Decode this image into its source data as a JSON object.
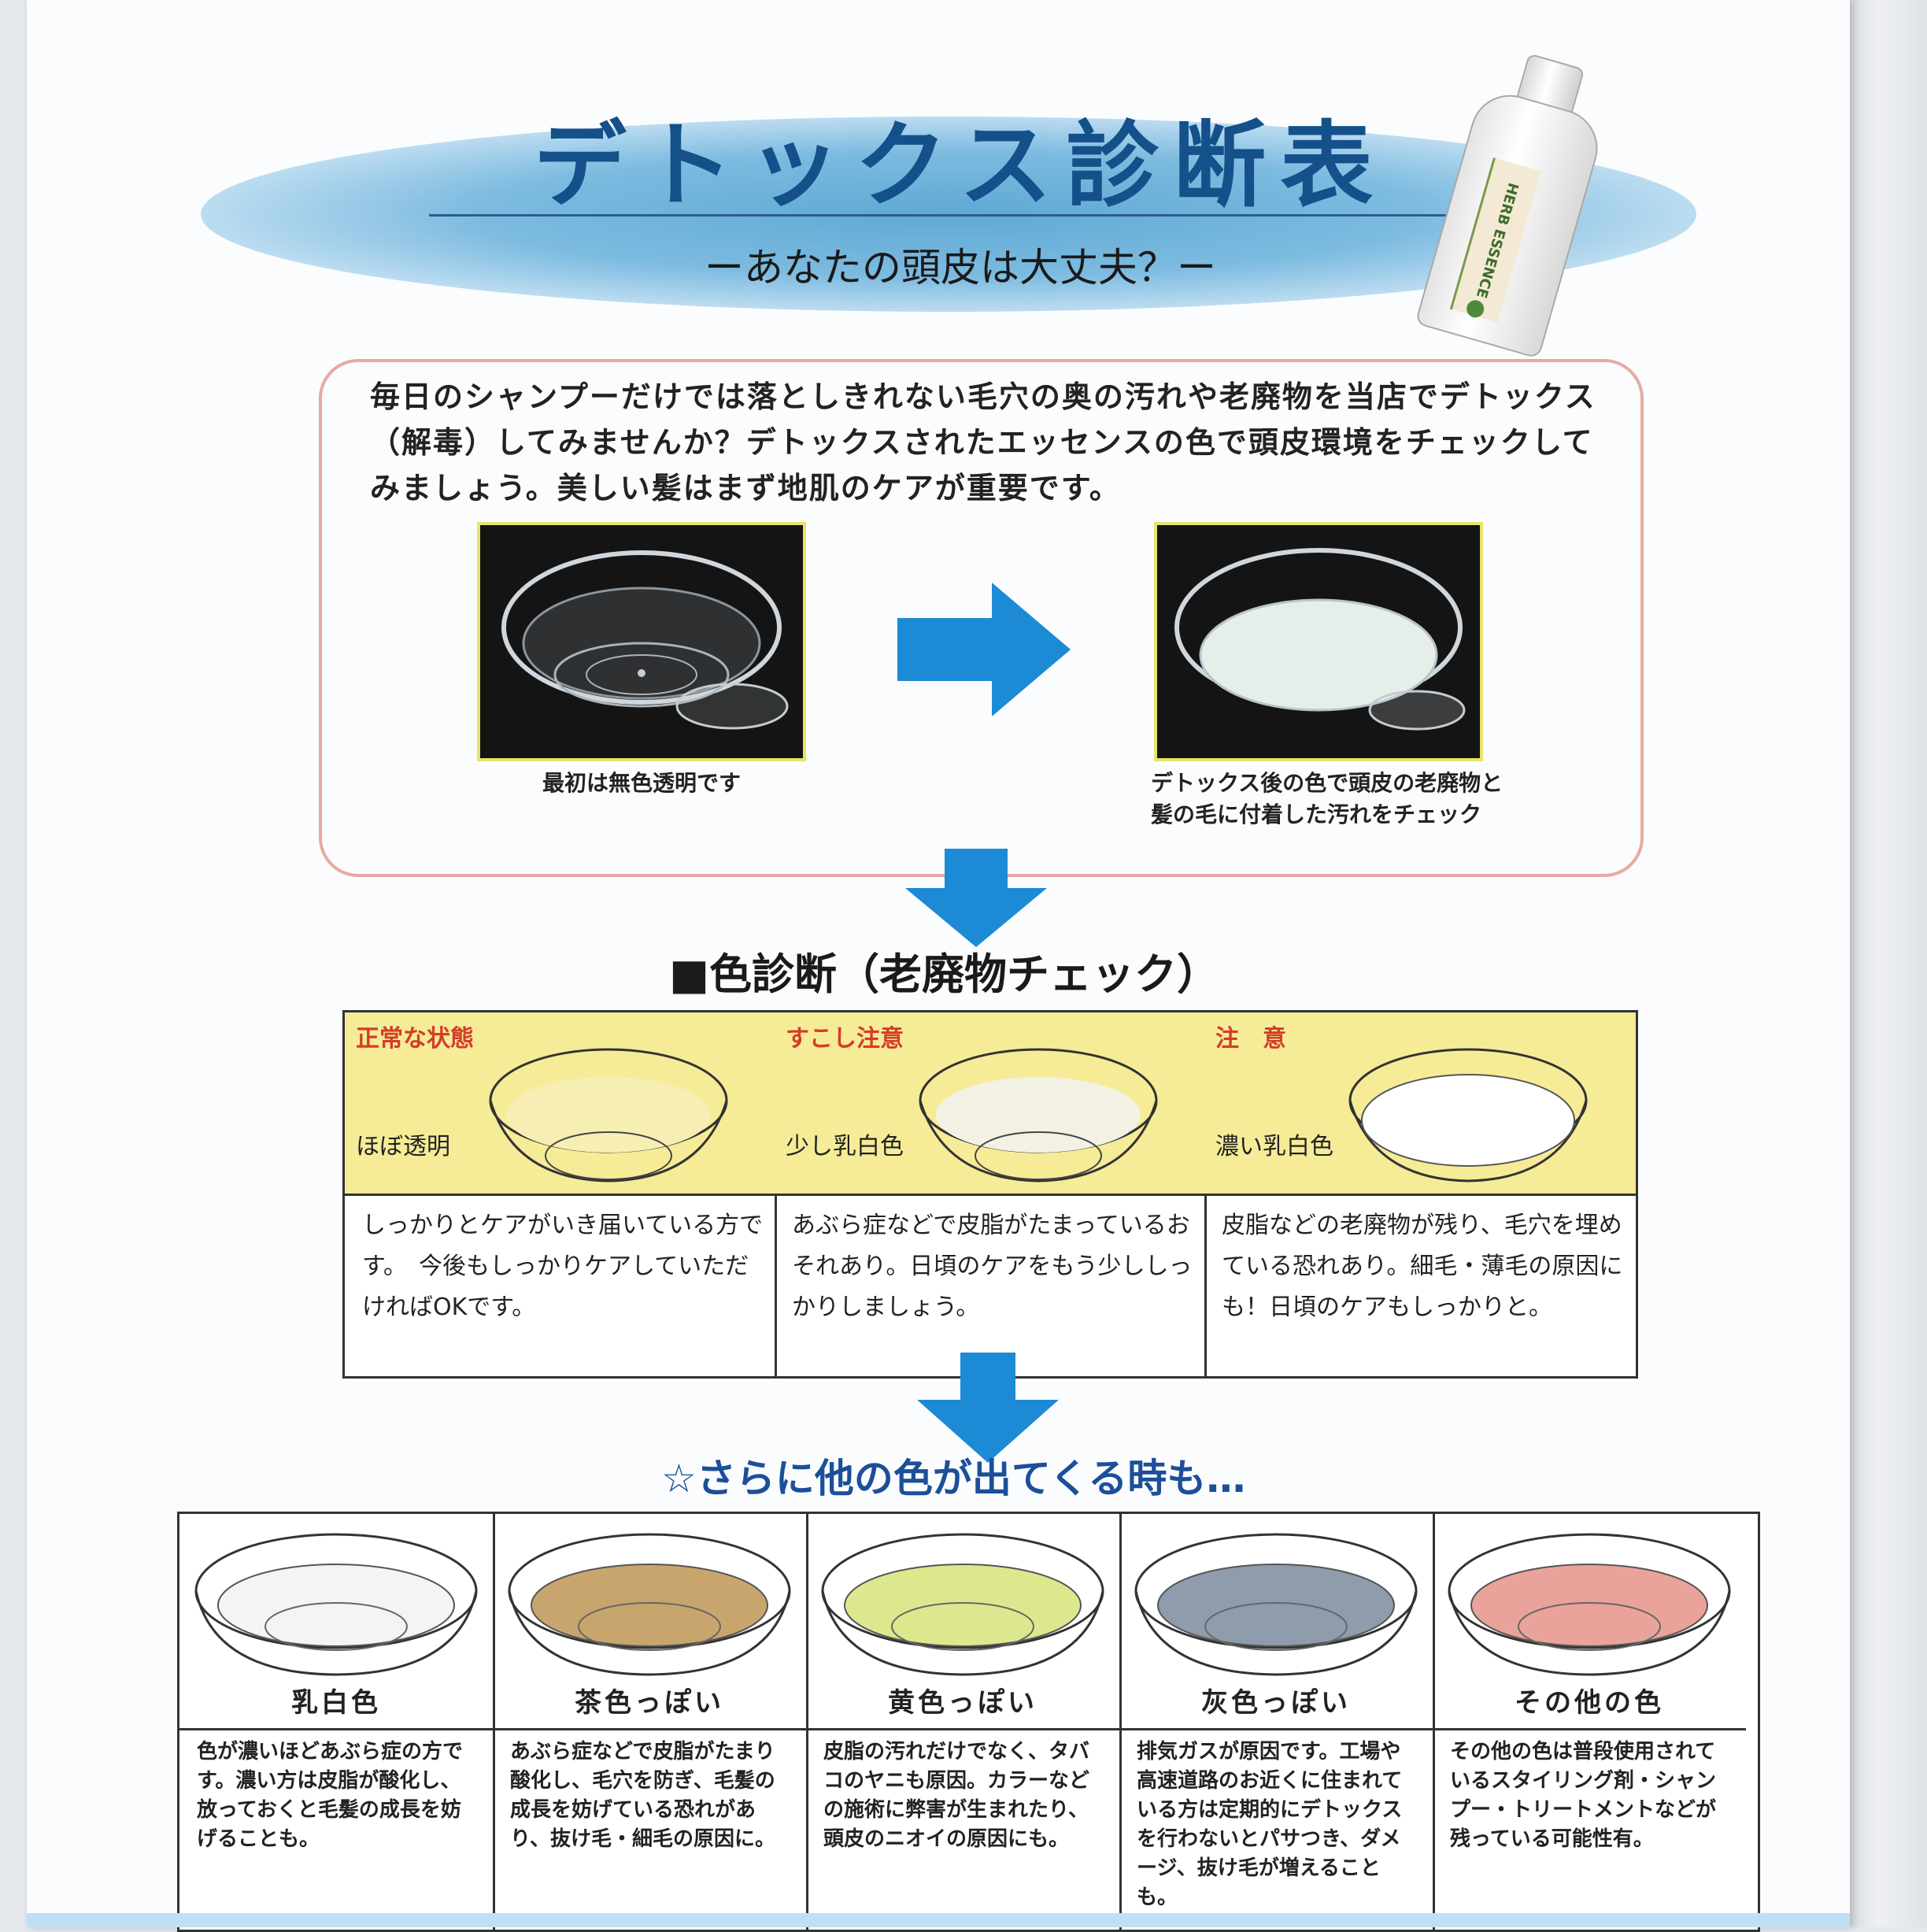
{
  "header": {
    "title": "デトックス診断表",
    "subtitle": "ーあなたの頭皮は大丈夫？ー",
    "bottle_label": "HERB ESSENCE"
  },
  "intro": {
    "text": "毎日のシャンプーだけでは落としきれない毛穴の奥の汚れや老廃物を当店でデトックス（解毒）してみませんか？デトックスされたエッセンスの色で頭皮環境をチェックしてみましょう。美しい髪はまず地肌のケアが重要です。",
    "before_caption": "最初は無色透明です",
    "after_caption": "デトックス後の色で頭皮の老廃物と髪の毛に付着した汚れをチェック"
  },
  "diagnosis": {
    "heading": "■色診断（老廃物チェック）",
    "columns": [
      {
        "status": "正常な状態",
        "color_label": "ほぼ透明",
        "text": "しっかりとケアがいき届いている方です。　今後もしっかりケアしていただければOKです。",
        "fill": "#f7eeb4"
      },
      {
        "status": "すこし注意",
        "color_label": "少し乳白色",
        "text": "あぶら症などで皮脂がたまっているおそれあり。日頃のケアをもう少ししっかりしましょう。",
        "fill": "#f2f1e4"
      },
      {
        "status": "注　意",
        "color_label": "濃い乳白色",
        "text": "皮脂などの老廃物が残り、毛穴を埋めている恐れあり。細毛・薄毛の原因にも！日頃のケアもしっかりと。",
        "fill": "#ffffff"
      }
    ]
  },
  "more_colors": {
    "heading": "☆さらに他の色が出てくる時も…",
    "columns": [
      {
        "name": "乳白色",
        "text": "色が濃いほどあぶら症の方です。濃い方は皮脂が酸化し、放っておくと毛髪の成長を妨げることも。",
        "fill": "#f4f4f2"
      },
      {
        "name": "茶色っぽい",
        "text": "あぶら症などで皮脂がたまり酸化し、毛穴を防ぎ、毛髪の成長を妨げている恐れがあり、抜け毛・細毛の原因に。",
        "fill": "#c9a56e"
      },
      {
        "name": "黄色っぽい",
        "text": "皮脂の汚れだけでなく、タバコのヤニも原因。カラーなどの施術に弊害が生まれたり、頭皮のニオイの原因にも。",
        "fill": "#dde88e"
      },
      {
        "name": "灰色っぽい",
        "text": "排気ガスが原因です。工場や高速道路のお近くに住まれている方は定期的にデトックスを行わないとパサつき、ダメージ、抜け毛が増えることも。",
        "fill": "#8e9cab"
      },
      {
        "name": "その他の色",
        "text": "その他の色は普段使用されているスタイリング剤・シャンプー・トリートメントなどが残っている可能性有。",
        "fill": "#e9a39a"
      }
    ]
  },
  "colors": {
    "title": "#14508a",
    "accent_arrow": "#1d8ad6",
    "box_border": "#e8a9a3",
    "diag_bg": "#f6ec97",
    "status_red": "#d43d2a",
    "more_heading": "#1b4f99"
  }
}
